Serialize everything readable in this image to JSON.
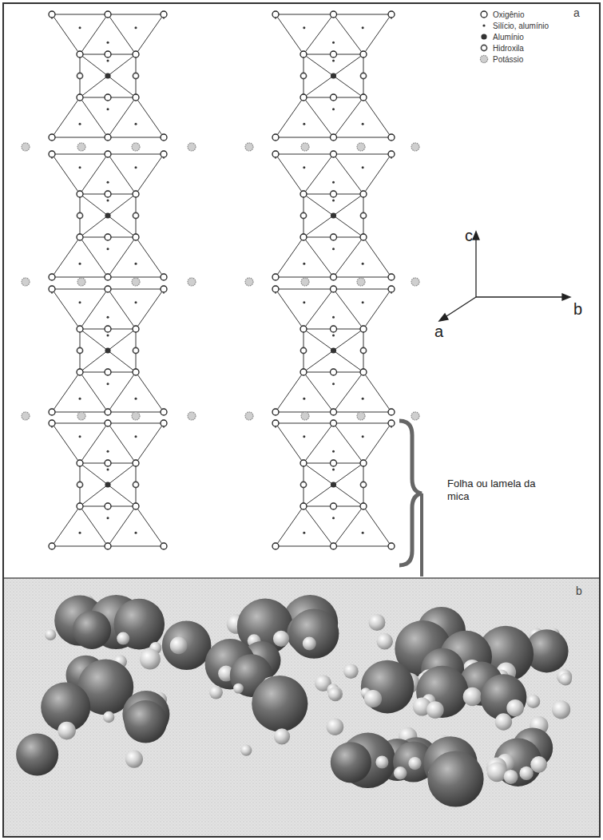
{
  "diagram": {
    "labels": [
      "a",
      "c",
      "b",
      "a",
      "Folha ou lamela da mica",
      "b"
    ],
    "legend": [
      {
        "text": "Oxigênio"
      },
      {
        "text": "Silício, alumínio"
      },
      {
        "text": "Alumínio"
      },
      {
        "text": "Hidroxila"
      },
      {
        "text": "Potássio"
      }
    ]
  }
}
